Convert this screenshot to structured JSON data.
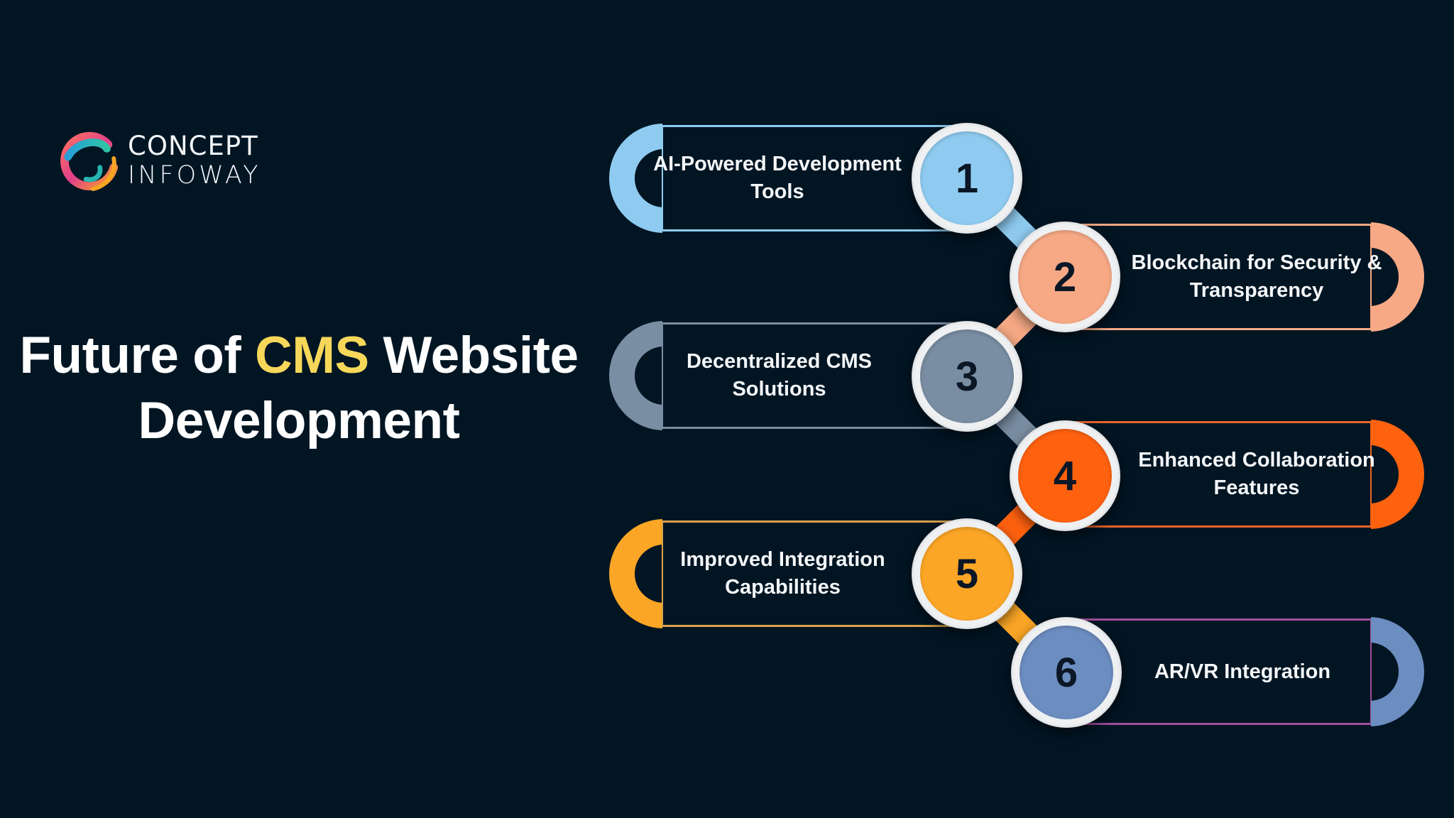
{
  "logo": {
    "line1": "CONCEPT",
    "line2": "INFOWAY"
  },
  "title": {
    "before": "Future of ",
    "highlight": "CMS",
    "after": " Website",
    "line2": "Development",
    "highlight_color": "#f6d75a"
  },
  "colors": {
    "background": "#011523",
    "text": "#f4f6f8",
    "number_text": "#0b1726",
    "ring": "#eef0f2"
  },
  "steps": [
    {
      "number": "1",
      "label": "AI-Powered Development Tools",
      "line1": "AI-Powered Development",
      "line2": "Tools",
      "color": "#8fcbf0",
      "border": "#8fcbf0",
      "side": "left"
    },
    {
      "number": "2",
      "label": "Blockchain for Security & Transparency",
      "line1": "Blockchain for Security &",
      "line2": "Transparency",
      "color": "#f7a985",
      "border": "#f7a985",
      "side": "right"
    },
    {
      "number": "3",
      "label": "Decentralized CMS Solutions",
      "line1": "Decentralized CMS",
      "line2": "Solutions",
      "color": "#7a8ea3",
      "border": "#7a8ea3",
      "side": "left"
    },
    {
      "number": "4",
      "label": "Enhanced Collaboration Features",
      "line1": "Enhanced Collaboration",
      "line2": "Features",
      "color": "#ff620f",
      "border": "#e8652a",
      "side": "right"
    },
    {
      "number": "5",
      "label": "Improved Integration Capabilities",
      "line1": "Improved Integration",
      "line2": "Capabilities",
      "color": "#fba626",
      "border": "#d9a24a",
      "side": "left"
    },
    {
      "number": "6",
      "label": "AR/VR Integration",
      "line1": "AR/VR Integration",
      "line2": "",
      "color": "#6c8dc0",
      "border": "#a04f9c",
      "side": "right"
    }
  ]
}
